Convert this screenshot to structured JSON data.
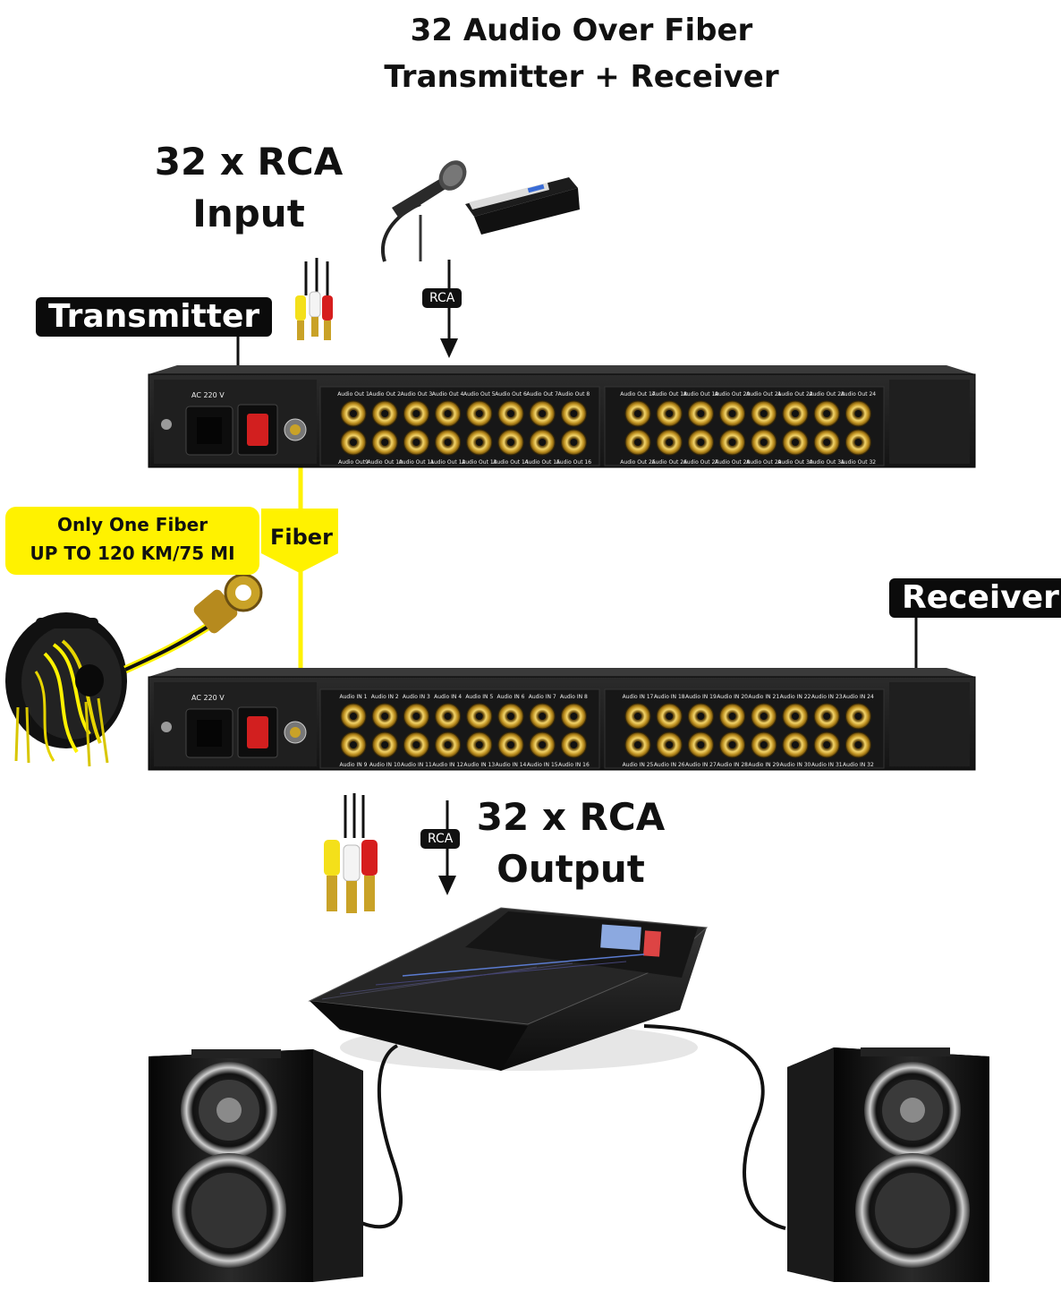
{
  "title": {
    "line1": "32 Audio Over Fiber",
    "line2": "Transmitter + Receiver"
  },
  "input_label": {
    "line1": "32 x RCA",
    "line2": "Input"
  },
  "output_label": {
    "line1": "32 x RCA",
    "line2": "Output"
  },
  "transmitter_tag": "Transmitter",
  "receiver_tag": "Receiver",
  "rca_tag_top": "RCA",
  "rca_tag_bottom": "RCA",
  "fiber_label": "Fiber",
  "fiber_box": {
    "line1": "Only One Fiber",
    "line2": "UP TO 120 KM/75 MI"
  },
  "transmitter_panel": {
    "power": "AC 220 V",
    "top_row_a": [
      "Audio Out 1",
      "Audio Out 2",
      "Audio Out 3",
      "Audio Out 4",
      "Audio Out 5",
      "Audio Out 6",
      "Audio Out 7",
      "Audio Out 8"
    ],
    "bottom_row_a": [
      "Audio Out9",
      "Audio Out 10",
      "Audio Out 11",
      "Audio Out 12",
      "Audio Out 13",
      "Audio Out 14",
      "Audio Out 15",
      "Audio Out 16"
    ],
    "top_row_b": [
      "Audio Out 17",
      "Audio Out 18",
      "Audio Out 19",
      "Audio Out 20",
      "Audio Out 21",
      "Audio Out 22",
      "Audio Out 23",
      "Audio Out 24"
    ],
    "bottom_row_b": [
      "Audio Out 25",
      "Audio Out 26",
      "Audio Out 27",
      "Audio Out 28",
      "Audio Out 29",
      "Audio Out 30",
      "Audio Out 31",
      "Audio Out 32"
    ]
  },
  "receiver_panel": {
    "power": "AC 220 V",
    "top_row_a": [
      "Audio IN 1",
      "Audio IN 2",
      "Audio IN 3",
      "Audio IN 4",
      "Audio IN 5",
      "Audio IN 6",
      "Audio IN 7",
      "Audio IN 8"
    ],
    "bottom_row_a": [
      "Audio IN 9",
      "Audio IN 10",
      "Audio IN 11",
      "Audio IN 12",
      "Audio IN 13",
      "Audio IN 14",
      "Audio IN 15",
      "Audio IN 16"
    ],
    "top_row_b": [
      "Audio IN 17",
      "Audio IN 18",
      "Audio IN 19",
      "Audio IN 20",
      "Audio IN 21",
      "Audio IN 22",
      "Audio IN 23",
      "Audio IN 24"
    ],
    "bottom_row_b": [
      "Audio IN 25",
      "Audio IN 26",
      "Audio IN 27",
      "Audio IN 28",
      "Audio IN 29",
      "Audio IN 30",
      "Audio IN 31",
      "Audio IN 32"
    ]
  },
  "colors": {
    "accent_yellow": "#fff200",
    "device_black": "#1a1a1a",
    "connector_gold": "#c9a227"
  }
}
